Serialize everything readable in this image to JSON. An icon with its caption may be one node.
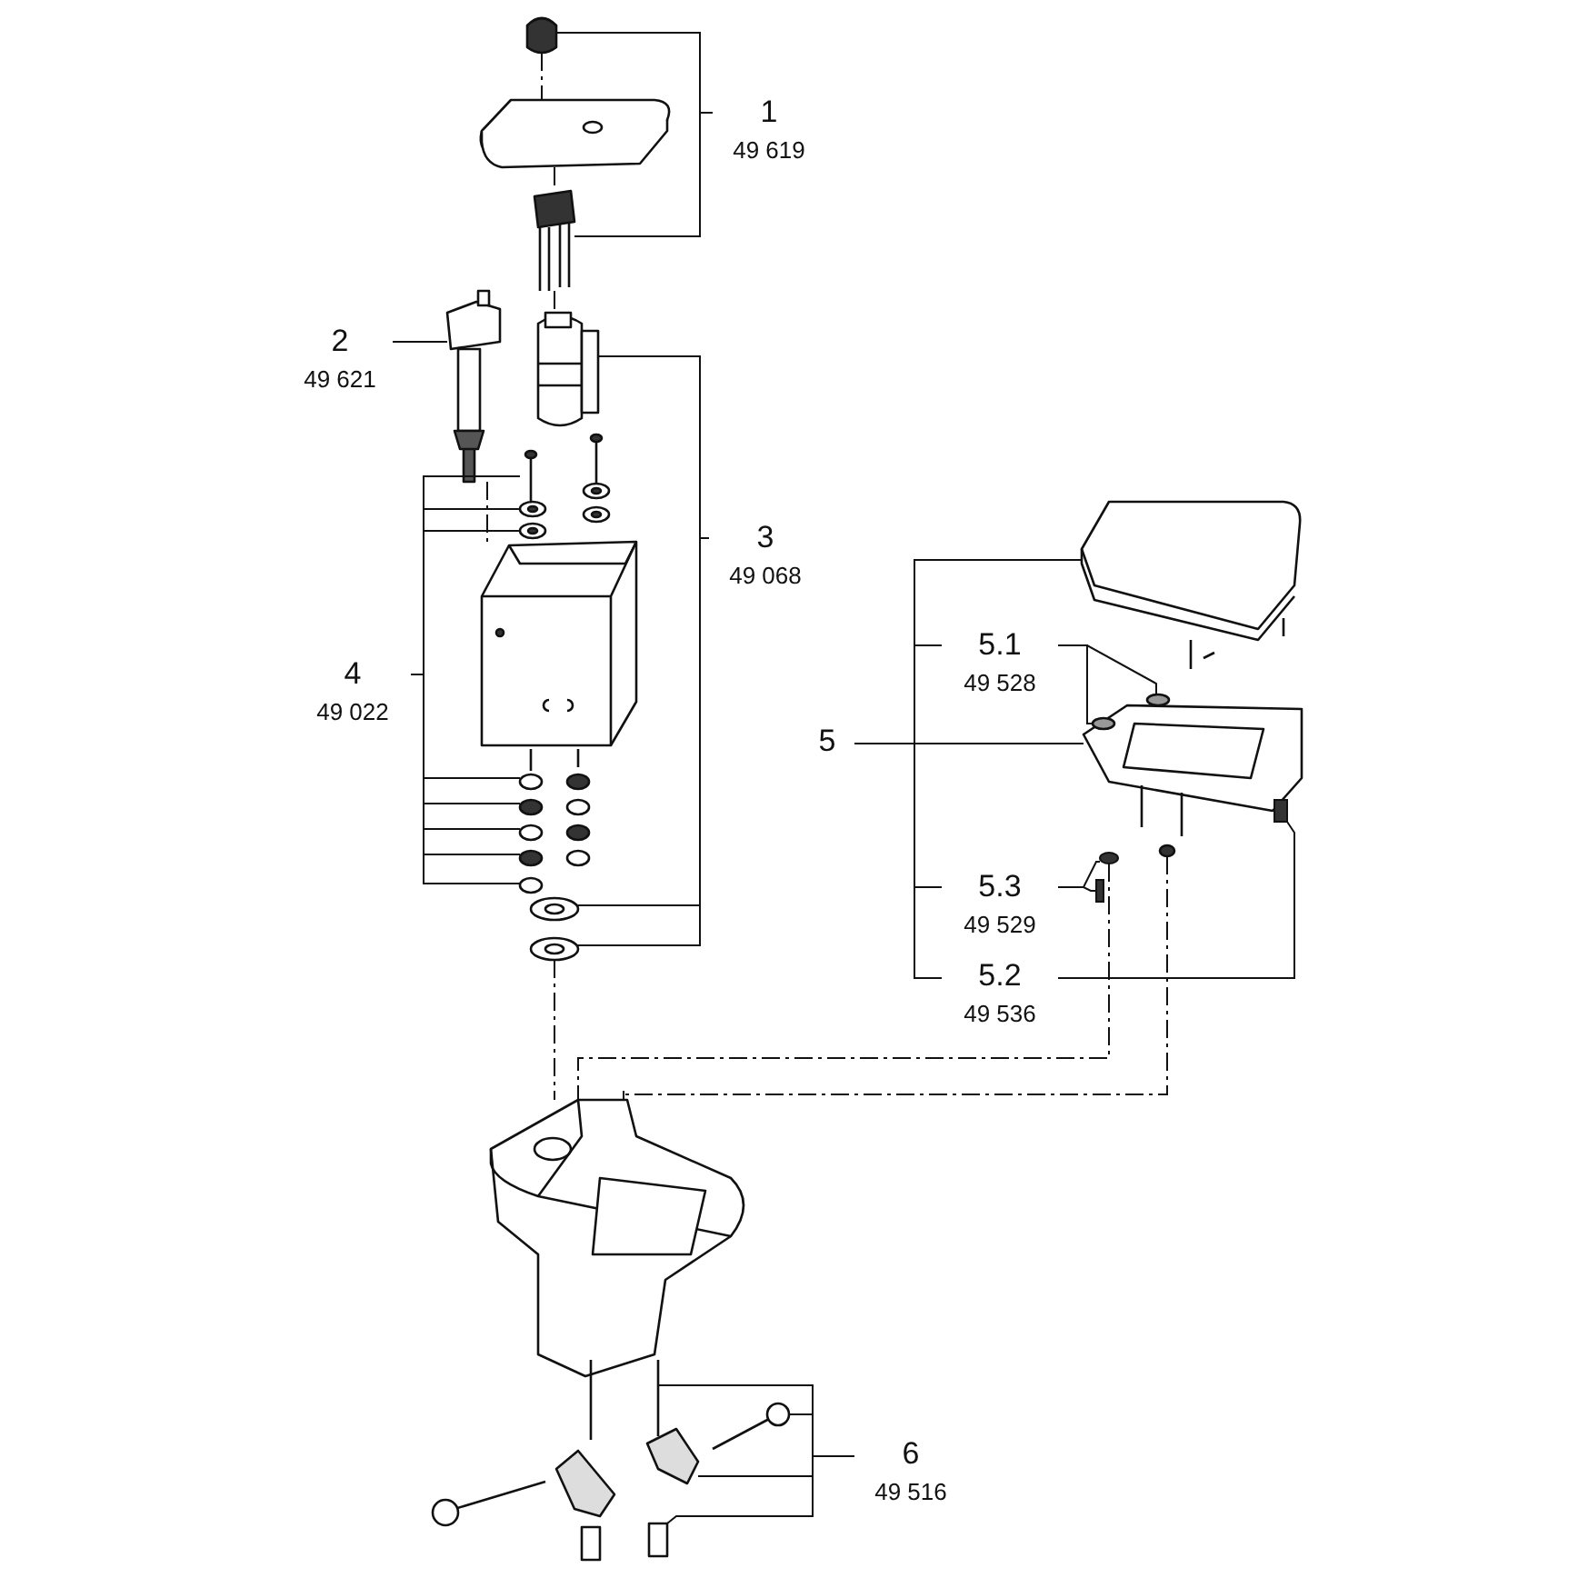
{
  "diagram": {
    "nodes": [
      {
        "text": [
          "1",
          "49 619"
        ]
      },
      {
        "text": [
          "2",
          "49 621"
        ]
      },
      {
        "text": [
          "3",
          "49 068"
        ]
      },
      {
        "text": [
          "4",
          "49 022"
        ]
      },
      {
        "text": [
          "5"
        ]
      },
      {
        "text": [
          "5.1",
          "49 528"
        ]
      },
      {
        "text": [
          "5.3",
          "49 529"
        ]
      },
      {
        "text": [
          "5.2",
          "49 536"
        ]
      },
      {
        "text": [
          "6",
          "49 516"
        ]
      },
      {
        "text": [],
        "shape": "picture"
      },
      {
        "text": [],
        "shape": "picture"
      },
      {
        "text": [],
        "shape": "picture"
      },
      {
        "text": [],
        "shape": "picture"
      },
      {
        "text": [],
        "shape": "picture"
      },
      {
        "text": [],
        "shape": "picture"
      },
      {
        "text": [],
        "shape": "picture"
      },
      {
        "text": [],
        "shape": "picture"
      },
      {
        "text": [],
        "shape": "picture"
      },
      {
        "text": [],
        "shape": "picture"
      },
      {
        "text": [],
        "shape": "picture"
      },
      {
        "text": [],
        "shape": "picture"
      },
      {
        "text": [],
        "shape": "picture"
      },
      {
        "text": [],
        "shape": "circle"
      },
      {
        "text": [],
        "shape": "bar"
      },
      {
        "text": [],
        "shape": "bar"
      },
      {
        "text": [],
        "shape": "picture"
      },
      {
        "text": [],
        "shape": "picture"
      },
      {
        "text": [],
        "shape": "picture"
      },
      {
        "text": [],
        "shape": "picture"
      },
      {
        "text": [],
        "shape": "picture"
      }
    ],
    "edges": [
      {
        "from": 0,
        "to": 9,
        "arrow": "none"
      },
      {
        "from": 0,
        "to": 11,
        "arrow": "none"
      },
      {
        "from": 1,
        "to": 12,
        "arrow": "none"
      },
      {
        "from": 2,
        "to": 13,
        "arrow": "none"
      },
      {
        "from": 2,
        "to": 17,
        "arrow": "none"
      },
      {
        "from": 2,
        "to": 17,
        "arrow": "none"
      },
      {
        "from": 3,
        "to": 14,
        "arrow": "none"
      },
      {
        "from": 3,
        "to": 14,
        "arrow": "none"
      },
      {
        "from": 3,
        "to": 14,
        "arrow": "none"
      },
      {
        "from": 3,
        "to": 16,
        "arrow": "none"
      },
      {
        "from": 3,
        "to": 16,
        "arrow": "none"
      },
      {
        "from": 3,
        "to": 16,
        "arrow": "none"
      },
      {
        "from": 3,
        "to": 16,
        "arrow": "none"
      },
      {
        "from": 3,
        "to": 16,
        "arrow": "none"
      },
      {
        "from": 4,
        "to": 20,
        "arrow": "none"
      },
      {
        "from": 5,
        "to": 21,
        "arrow": "none"
      },
      {
        "from": 5,
        "to": 21,
        "arrow": "none"
      },
      {
        "from": 6,
        "to": 22,
        "arrow": "none"
      },
      {
        "from": 6,
        "to": 23,
        "arrow": "none"
      },
      {
        "from": 7,
        "to": 24,
        "arrow": "none"
      },
      {
        "from": 8,
        "to": 25,
        "arrow": "none"
      },
      {
        "from": 8,
        "to": 26,
        "arrow": "none"
      },
      {
        "from": 8,
        "to": 27,
        "arrow": "none"
      },
      {
        "from": 8,
        "to": 28,
        "arrow": "none"
      },
      {
        "from": 5,
        "to": 19,
        "arrow": "none"
      },
      {
        "from": 6,
        "to": 19,
        "arrow": "none"
      },
      {
        "from": 7,
        "to": 19,
        "arrow": "none"
      },
      {
        "from": 9,
        "to": 10,
        "arrow": "none",
        "style": "dashed"
      },
      {
        "from": 10,
        "to": 11,
        "arrow": "none",
        "style": "dashed"
      },
      {
        "from": 11,
        "to": 13,
        "arrow": "none",
        "style": "dashed"
      },
      {
        "from": 12,
        "to": 15,
        "arrow": "none",
        "style": "dashed"
      },
      {
        "from": 17,
        "to": 18,
        "arrow": "none",
        "style": "dashed"
      },
      {
        "from": 22,
        "to": 18,
        "arrow": "none",
        "style": "dashed"
      },
      {
        "from": 20,
        "to": 18,
        "arrow": "none",
        "style": "dashed"
      }
    ]
  }
}
